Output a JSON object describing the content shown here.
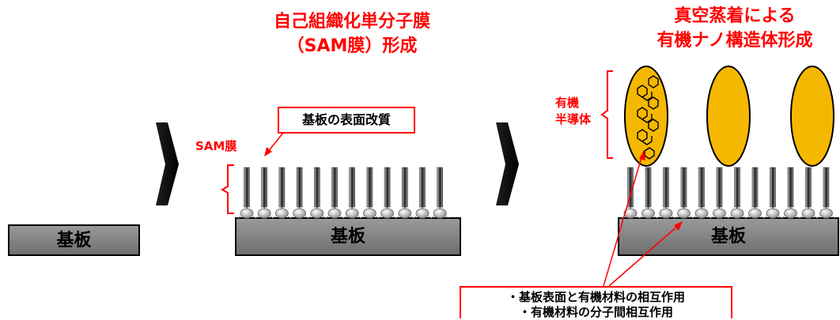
{
  "step2": {
    "title_line1": "自己組織化単分子膜",
    "title_line2": "（SAM膜）形成",
    "sam_label": "SAM膜",
    "callout": "基板の表面改質"
  },
  "step3": {
    "title_line1": "真空蒸着による",
    "title_line2": "有機ナノ構造体形成",
    "organic_label_1": "有機",
    "organic_label_2": "半導体"
  },
  "substrate_label": "基板",
  "bottom_callout": {
    "line1": "・基板表面と有機材料の相互作用",
    "line2": "・有機材料の分子間相互作用"
  },
  "colors": {
    "red": "#ff0000",
    "substrate_fill": "#808080",
    "oval_fill": "#f5b800",
    "arrow": "#000000"
  }
}
